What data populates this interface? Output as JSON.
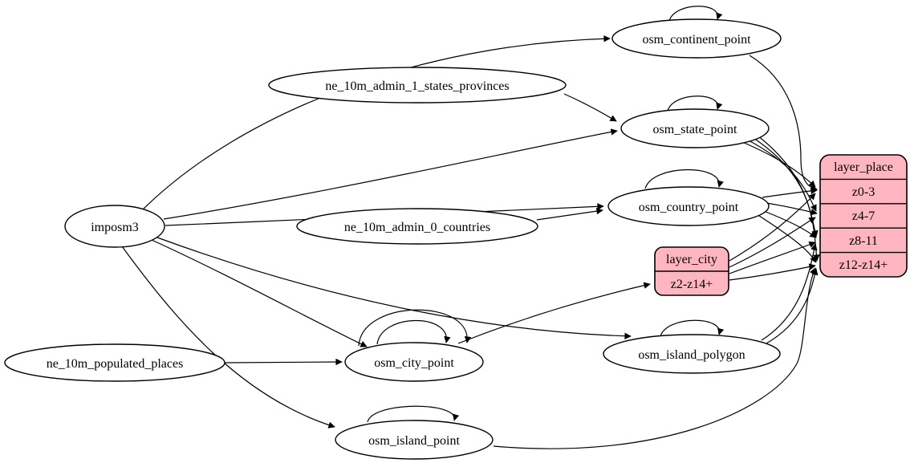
{
  "diagram": {
    "kind": "etl-graph",
    "colors": {
      "background": "#ffffff",
      "node_fill": "#ffffff",
      "record_fill": "#ffb6c1",
      "stroke": "#000000",
      "text": "#000000"
    },
    "nodes": {
      "imposm3": {
        "label": "imposm3"
      },
      "ne_10m_admin_1_states_provinces": {
        "label": "ne_10m_admin_1_states_provinces"
      },
      "ne_10m_admin_0_countries": {
        "label": "ne_10m_admin_0_countries"
      },
      "ne_10m_populated_places": {
        "label": "ne_10m_populated_places"
      },
      "osm_continent_point": {
        "label": "osm_continent_point"
      },
      "osm_state_point": {
        "label": "osm_state_point"
      },
      "osm_country_point": {
        "label": "osm_country_point"
      },
      "osm_city_point": {
        "label": "osm_city_point"
      },
      "osm_island_polygon": {
        "label": "osm_island_polygon"
      },
      "osm_island_point": {
        "label": "osm_island_point"
      }
    },
    "records": {
      "layer_place": {
        "title": "layer_place",
        "rows": [
          "z0-3",
          "z4-7",
          "z8-11",
          "z12-z14+"
        ]
      },
      "layer_city": {
        "title": "layer_city",
        "rows": [
          "z2-z14+"
        ]
      }
    },
    "edges": [
      {
        "from": "imposm3",
        "to": "osm_continent_point"
      },
      {
        "from": "imposm3",
        "to": "osm_state_point"
      },
      {
        "from": "imposm3",
        "to": "osm_country_point"
      },
      {
        "from": "imposm3",
        "to": "osm_city_point"
      },
      {
        "from": "imposm3",
        "to": "osm_island_polygon"
      },
      {
        "from": "imposm3",
        "to": "osm_island_point"
      },
      {
        "from": "ne_10m_admin_1_states_provinces",
        "to": "osm_state_point"
      },
      {
        "from": "ne_10m_admin_0_countries",
        "to": "osm_country_point"
      },
      {
        "from": "ne_10m_populated_places",
        "to": "osm_city_point"
      },
      {
        "from": "osm_continent_point",
        "to": "osm_continent_point",
        "self_loop": true
      },
      {
        "from": "osm_state_point",
        "to": "osm_state_point",
        "self_loop": true
      },
      {
        "from": "osm_country_point",
        "to": "osm_country_point",
        "self_loop": true
      },
      {
        "from": "osm_city_point",
        "to": "osm_city_point",
        "self_loop": true
      },
      {
        "from": "osm_city_point",
        "to": "osm_city_point",
        "self_loop": true
      },
      {
        "from": "osm_island_polygon",
        "to": "osm_island_polygon",
        "self_loop": true
      },
      {
        "from": "osm_island_point",
        "to": "osm_island_point",
        "self_loop": true
      },
      {
        "from": "osm_continent_point",
        "to": "layer_place",
        "to_port": "z0-3"
      },
      {
        "from": "osm_state_point",
        "to": "layer_place",
        "to_port": "z0-3"
      },
      {
        "from": "osm_state_point",
        "to": "layer_place",
        "to_port": "z4-7"
      },
      {
        "from": "osm_state_point",
        "to": "layer_place",
        "to_port": "z8-11"
      },
      {
        "from": "osm_state_point",
        "to": "layer_place",
        "to_port": "z12-z14+"
      },
      {
        "from": "osm_country_point",
        "to": "layer_place",
        "to_port": "z0-3"
      },
      {
        "from": "osm_country_point",
        "to": "layer_place",
        "to_port": "z4-7"
      },
      {
        "from": "osm_country_point",
        "to": "layer_place",
        "to_port": "z8-11"
      },
      {
        "from": "osm_country_point",
        "to": "layer_place",
        "to_port": "z12-z14+"
      },
      {
        "from": "layer_city",
        "to": "layer_place",
        "to_port": "z0-3"
      },
      {
        "from": "layer_city",
        "to": "layer_place",
        "to_port": "z4-7"
      },
      {
        "from": "layer_city",
        "to": "layer_place",
        "to_port": "z8-11"
      },
      {
        "from": "layer_city",
        "to": "layer_place",
        "to_port": "z12-z14+"
      },
      {
        "from": "osm_island_polygon",
        "to": "layer_place",
        "to_port": "z8-11"
      },
      {
        "from": "osm_island_polygon",
        "to": "layer_place",
        "to_port": "z12-z14+"
      },
      {
        "from": "osm_island_point",
        "to": "layer_place",
        "to_port": "z12-z14+"
      },
      {
        "from": "osm_city_point",
        "to": "layer_city",
        "to_port": "z2-z14+"
      }
    ]
  }
}
